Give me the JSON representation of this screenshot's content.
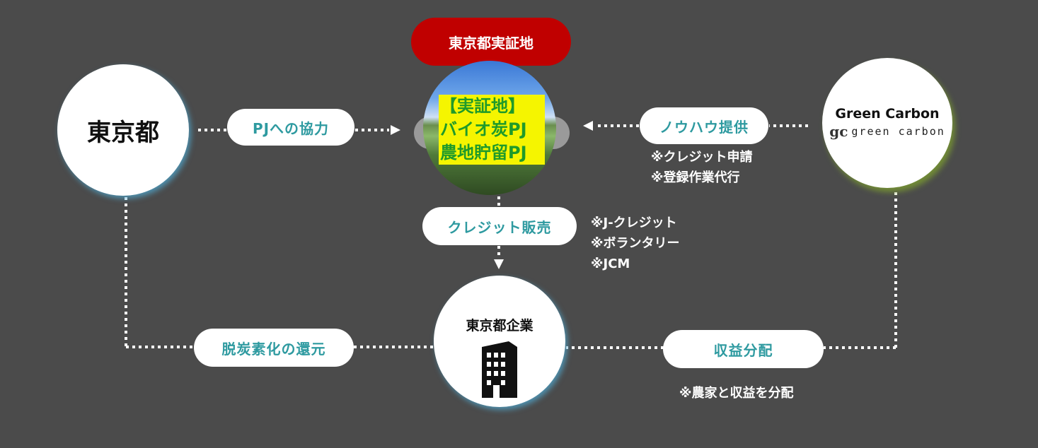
{
  "top_label": "東京都実証地",
  "nodes": {
    "tokyo": "東京都",
    "site_lines": [
      "【実証地】",
      "バイオ炭PJ",
      "農地貯留PJ"
    ],
    "green_carbon_title": "Green Carbon",
    "green_carbon_logo_mark": "gc",
    "green_carbon_logo_text": "green carbon",
    "companies": "東京都企業"
  },
  "flows": {
    "cooperation": "PJへの協力",
    "knowhow": "ノウハウ提供",
    "credit_sales": "クレジット販売",
    "return": "脱炭素化の還元",
    "profit": "収益分配"
  },
  "notes": {
    "knowhow": [
      "※クレジット申請",
      "※登録作業代行"
    ],
    "credit": [
      "※J-クレジット",
      "※ボランタリー",
      "※JCM"
    ],
    "profit": [
      "※農家と収益を分配"
    ]
  },
  "colors": {
    "background": "#4b4b4b",
    "accent_red": "#c00000",
    "teal_text": "#2e9aa0",
    "highlight_yellow": "#f5f500",
    "highlight_green_text": "#1f9a2a"
  },
  "icons": [
    "building-icon",
    "farm-photo"
  ]
}
